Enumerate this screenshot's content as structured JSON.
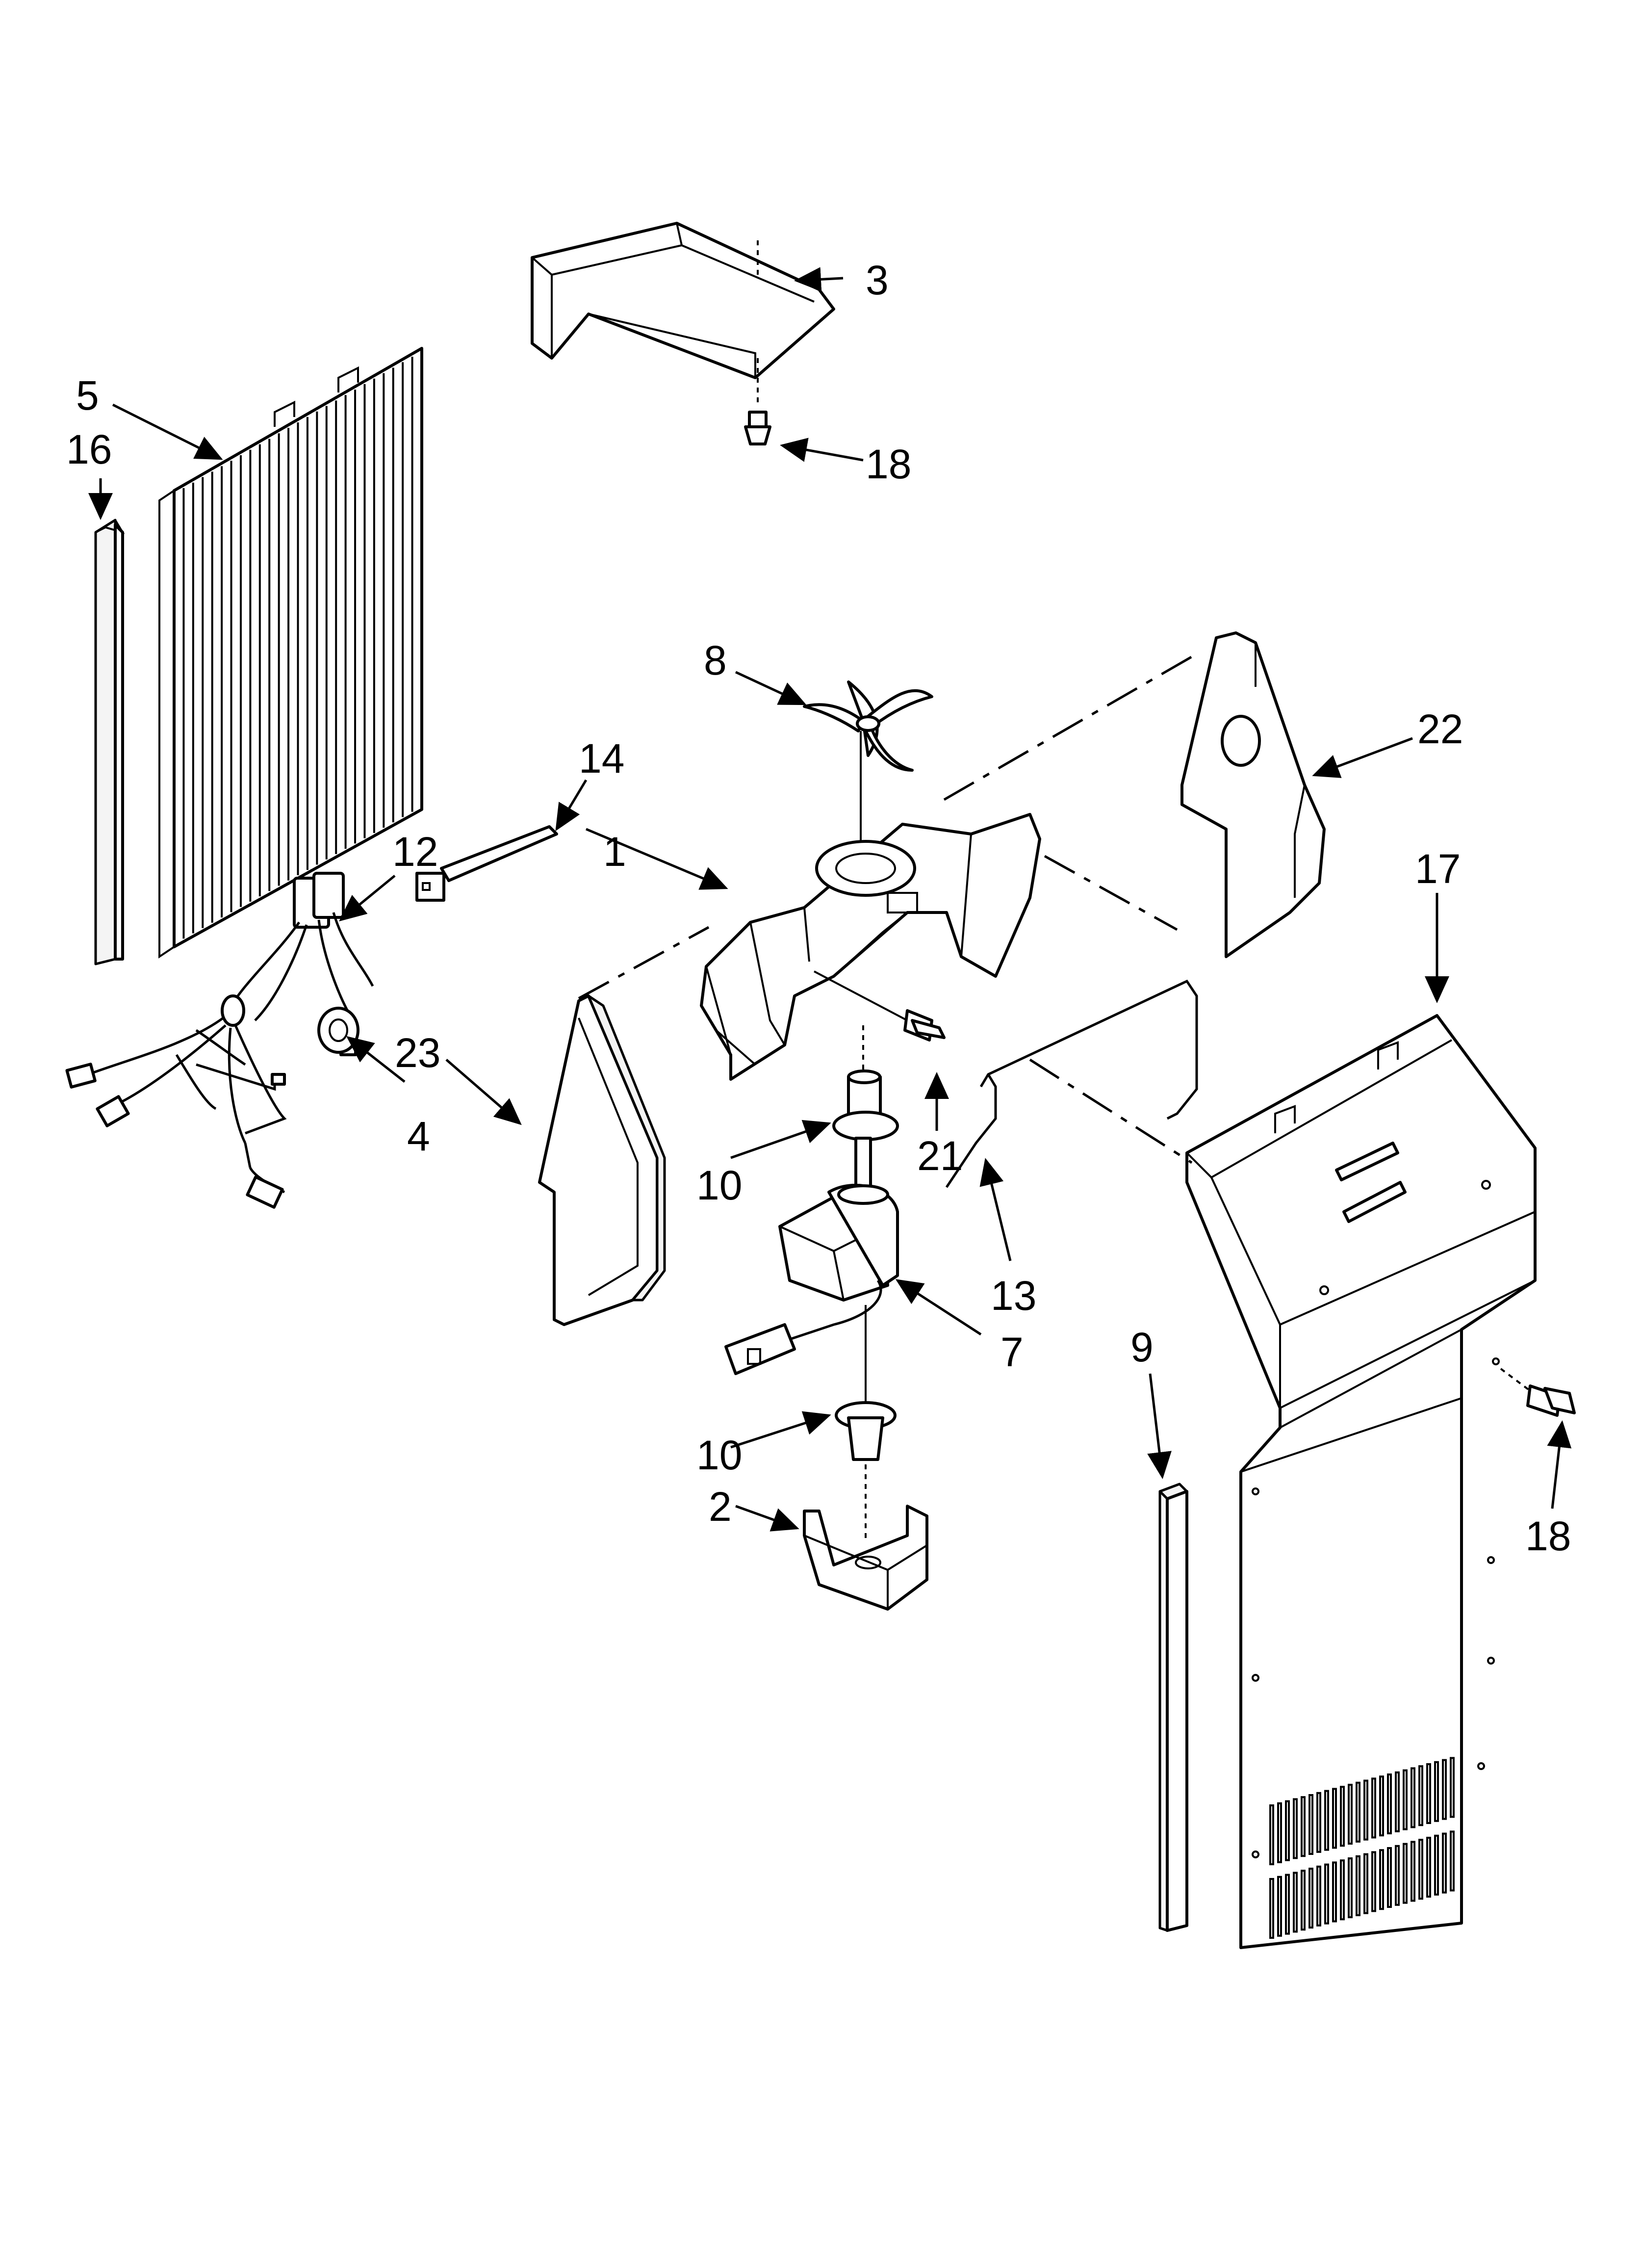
{
  "callouts": {
    "c1": "1",
    "c2": "2",
    "c3": "3",
    "c4": "4",
    "c5": "5",
    "c7": "7",
    "c8": "8",
    "c9": "9",
    "c10a": "10",
    "c10b": "10",
    "c12": "12",
    "c13": "13",
    "c14": "14",
    "c16": "16",
    "c17": "17",
    "c18a": "18",
    "c18b": "18",
    "c21": "21",
    "c22": "22",
    "c23": "23"
  },
  "colors": {
    "line": "#000000",
    "background": "#ffffff"
  }
}
